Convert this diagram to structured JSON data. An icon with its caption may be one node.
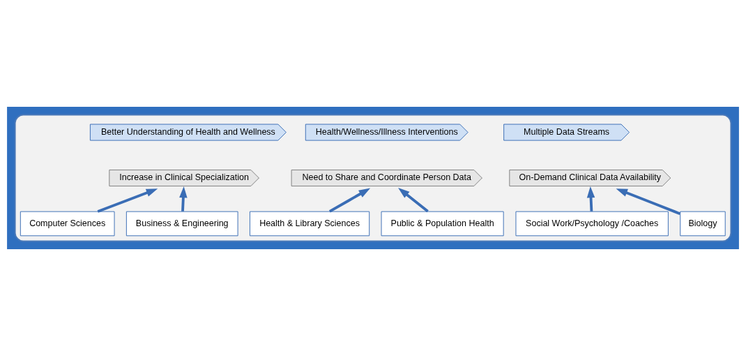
{
  "diagram": {
    "nodes": [
      {
        "text": [],
        "shape": "box"
      },
      {
        "text": [
          "Better Understanding of Health and Wellness"
        ],
        "in": 0
      },
      {
        "text": [
          "Health/Wellness/Illness Interventions"
        ],
        "in": 0
      },
      {
        "text": [
          "Multiple Data Streams"
        ],
        "in": 0
      },
      {
        "text": [
          "Increase in Clinical Specialization"
        ],
        "in": 0
      },
      {
        "text": [
          "Need to Share and Coordinate Person Data"
        ],
        "in": 0
      },
      {
        "text": [
          "On-Demand Clinical Data Availability"
        ],
        "in": 0
      },
      {
        "text": [
          "Computer Sciences"
        ],
        "in": 0
      },
      {
        "text": [
          "Business & Engineering"
        ],
        "in": 0
      },
      {
        "text": [
          "Health & Library Sciences"
        ],
        "in": 0
      },
      {
        "text": [
          "Public & Population Health"
        ],
        "in": 0
      },
      {
        "text": [
          "Social Work/Psychology /Coaches"
        ],
        "in": 0
      },
      {
        "text": [
          "Biology"
        ],
        "in": 0
      }
    ],
    "edges": [
      {
        "from": 7,
        "to": 4,
        "arrow": "to"
      },
      {
        "from": 8,
        "to": 4,
        "arrow": "to"
      },
      {
        "from": 9,
        "to": 5,
        "arrow": "to"
      },
      {
        "from": 10,
        "to": 5,
        "arrow": "to"
      },
      {
        "from": 11,
        "to": 6,
        "arrow": "to"
      },
      {
        "from": 12,
        "to": 6,
        "arrow": "to"
      }
    ]
  }
}
